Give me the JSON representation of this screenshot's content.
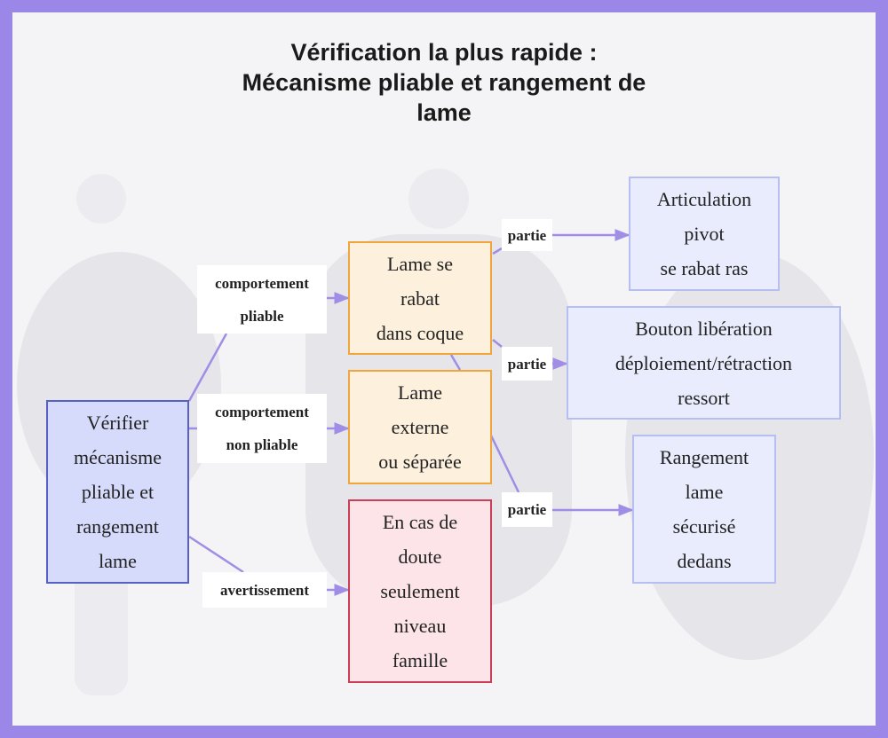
{
  "title_lines": [
    "Vérification la plus rapide :",
    "Mécanisme pliable et rangement de",
    "lame"
  ],
  "nodes": {
    "root": [
      "Vérifier",
      "mécanisme",
      "pliable et",
      "rangement",
      "lame"
    ],
    "pliable": [
      "Lame se",
      "rabat",
      "dans coque"
    ],
    "non_pliable": [
      "Lame",
      "externe",
      "ou séparée"
    ],
    "doute": [
      "En cas de",
      "doute",
      "seulement",
      "niveau",
      "famille"
    ],
    "articulation": [
      "Articulation",
      "pivot",
      "se rabat ras"
    ],
    "bouton": [
      "Bouton libération",
      "déploiement/rétraction",
      "ressort"
    ],
    "rangement": [
      "Rangement",
      "lame",
      "sécurisé",
      "dedans"
    ]
  },
  "edge_labels": {
    "pliable": [
      "comportement",
      "pliable"
    ],
    "non_pliable": [
      "comportement",
      "non pliable"
    ],
    "avertissement": "avertissement",
    "partie_1": "partie",
    "partie_2": "partie",
    "partie_3": "partie"
  },
  "colors": {
    "frame": "#9b87e8",
    "line": "#a08de6",
    "root_fill": "#d6dbfb",
    "root_border": "#5561c4",
    "orange_fill": "#fdf0dd",
    "orange_border": "#f0a63c",
    "red_fill": "#fde4e8",
    "red_border": "#cc3e56",
    "blue_fill": "#e9ecfd",
    "blue_border": "#b7bff2"
  }
}
